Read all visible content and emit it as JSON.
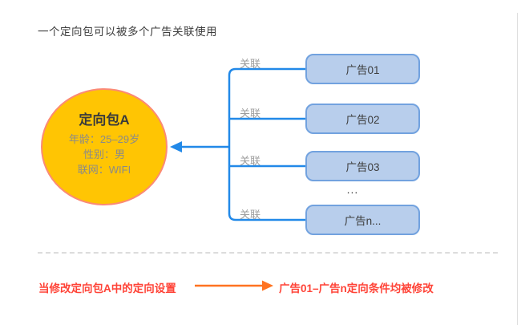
{
  "title": "一个定向包可以被多个广告关联使用",
  "package": {
    "name": "定向包A",
    "attributes": [
      "年龄：25–29岁",
      "性别：男",
      "联网：WIFI"
    ]
  },
  "link_label": "关联",
  "ads": [
    "广告01",
    "广告02",
    "广告03",
    "广告n..."
  ],
  "ellipsis": "...",
  "note": {
    "left": "当修改定向包A中的定向设置",
    "right": "广告01–广告n定向条件均被修改"
  },
  "colors": {
    "connector_blue": "#2289E8",
    "box_fill": "#B8CEEC",
    "box_border": "#72A2DF",
    "circle_fill": "#FFC503",
    "circle_border": "#FB8A76",
    "link_label_gray": "#9C9C9C",
    "note_red": "#FF4438",
    "arrow_orange": "#FF7321",
    "dash_gray": "#DCDCDC"
  }
}
